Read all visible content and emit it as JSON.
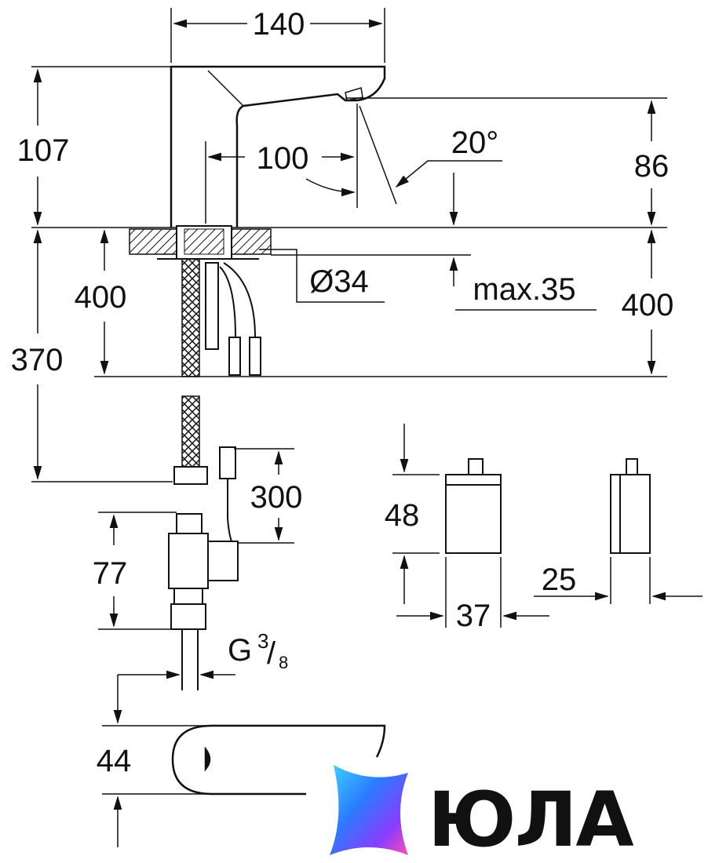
{
  "dimensions": {
    "spout_width": "140",
    "spout_height": "107",
    "spout_reach": "100",
    "spray_angle": "20°",
    "outlet_height": "86",
    "deck_to_control_left": "400",
    "deck_to_floor_right": "400",
    "hose_length": "370",
    "hole_diameter": "Ø34",
    "deck_thickness": "max.35",
    "cable_length": "300",
    "valve_height": "77",
    "thread_main": "G",
    "thread_num": "3",
    "thread_slash": "/",
    "thread_den": "8",
    "sensor_height": "48",
    "sensor_width": "37",
    "sensor_depth": "25",
    "base_height": "44"
  },
  "brand": {
    "name": "ЮЛА",
    "colors": [
      "#2b7bff",
      "#8a3cff",
      "#ff4fb0",
      "#3fd3ff"
    ]
  }
}
